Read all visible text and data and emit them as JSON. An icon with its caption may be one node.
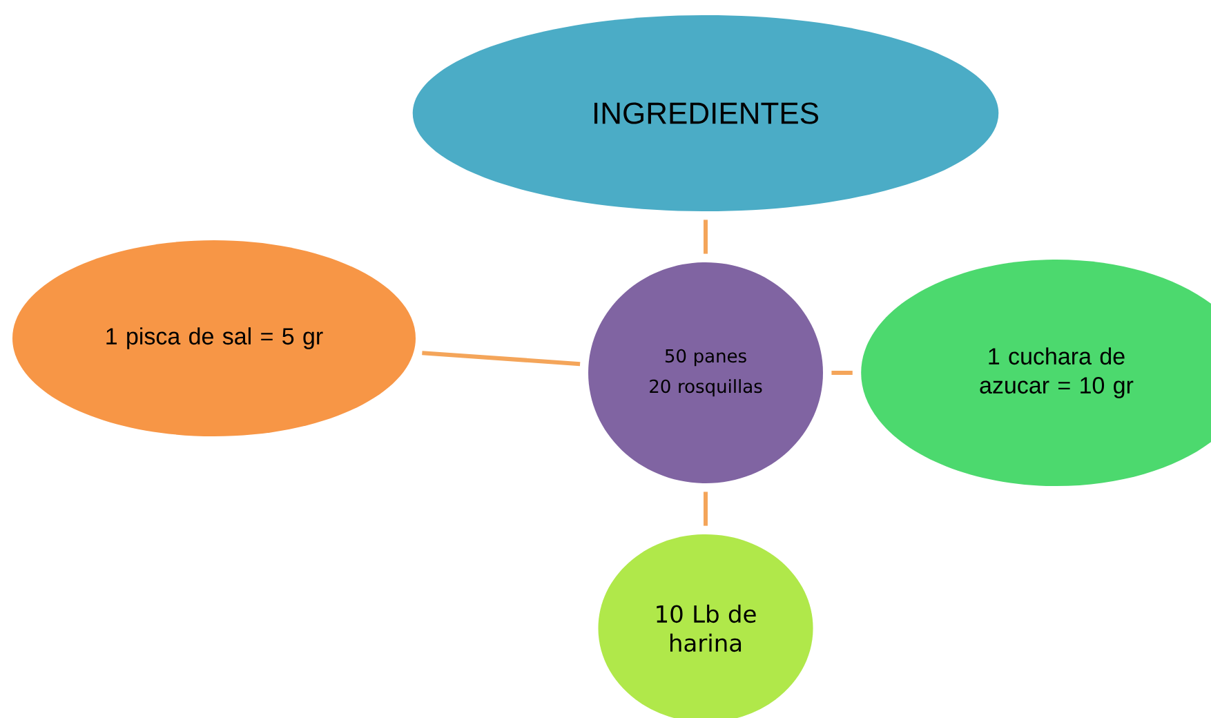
{
  "diagram": {
    "nodes": [
      {
        "text": [
          "INGREDIENTES"
        ]
      },
      {
        "text": [
          "50 panes",
          "20 rosquillas"
        ]
      },
      {
        "text": [
          "1 pisca de sal = 5 gr"
        ]
      },
      {
        "text": [
          "1 cuchara de azucar = 10 gr"
        ]
      },
      {
        "text": [
          "10 Lb de harina"
        ]
      }
    ],
    "edges": [
      {
        "from": 1,
        "to": 0,
        "arrow": "none"
      },
      {
        "from": 1,
        "to": 2,
        "arrow": "none"
      },
      {
        "from": 1,
        "to": 3,
        "arrow": "none"
      },
      {
        "from": 1,
        "to": 4,
        "arrow": "none"
      }
    ]
  }
}
